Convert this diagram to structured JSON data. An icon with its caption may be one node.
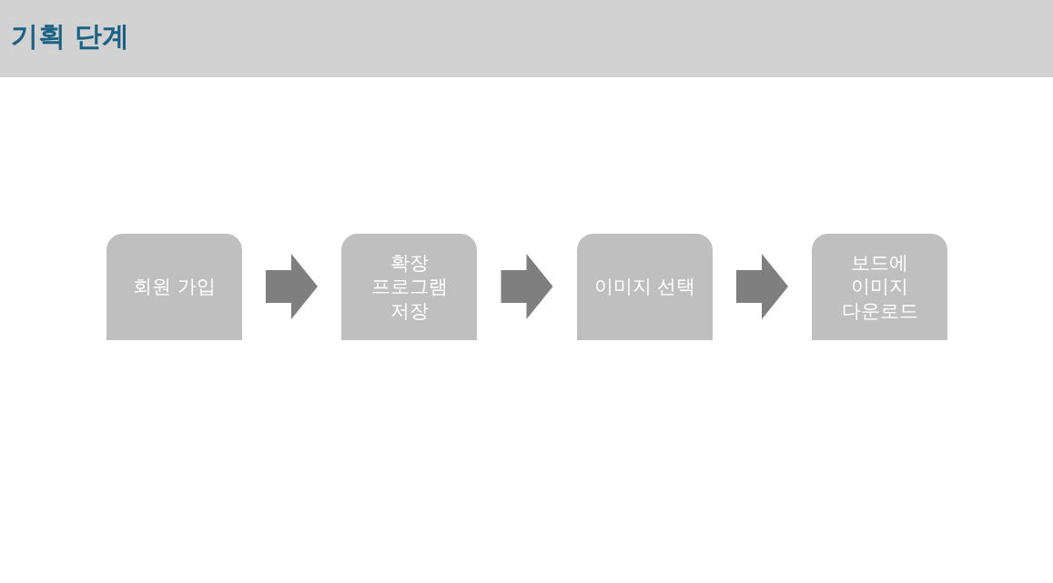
{
  "diagram": {
    "title": "기획 단계",
    "nodes": [
      {
        "text": [
          "회원 가입"
        ]
      },
      {
        "text": [
          "확장 프로그램 저장"
        ]
      },
      {
        "text": [
          "이미지 선택"
        ]
      },
      {
        "text": [
          "보드에 이미지 다운로드"
        ]
      }
    ],
    "edges": [
      {
        "from": 0,
        "to": 1,
        "arrow": "to"
      },
      {
        "from": 1,
        "to": 2,
        "arrow": "to"
      },
      {
        "from": 2,
        "to": 3,
        "arrow": "to"
      }
    ]
  }
}
